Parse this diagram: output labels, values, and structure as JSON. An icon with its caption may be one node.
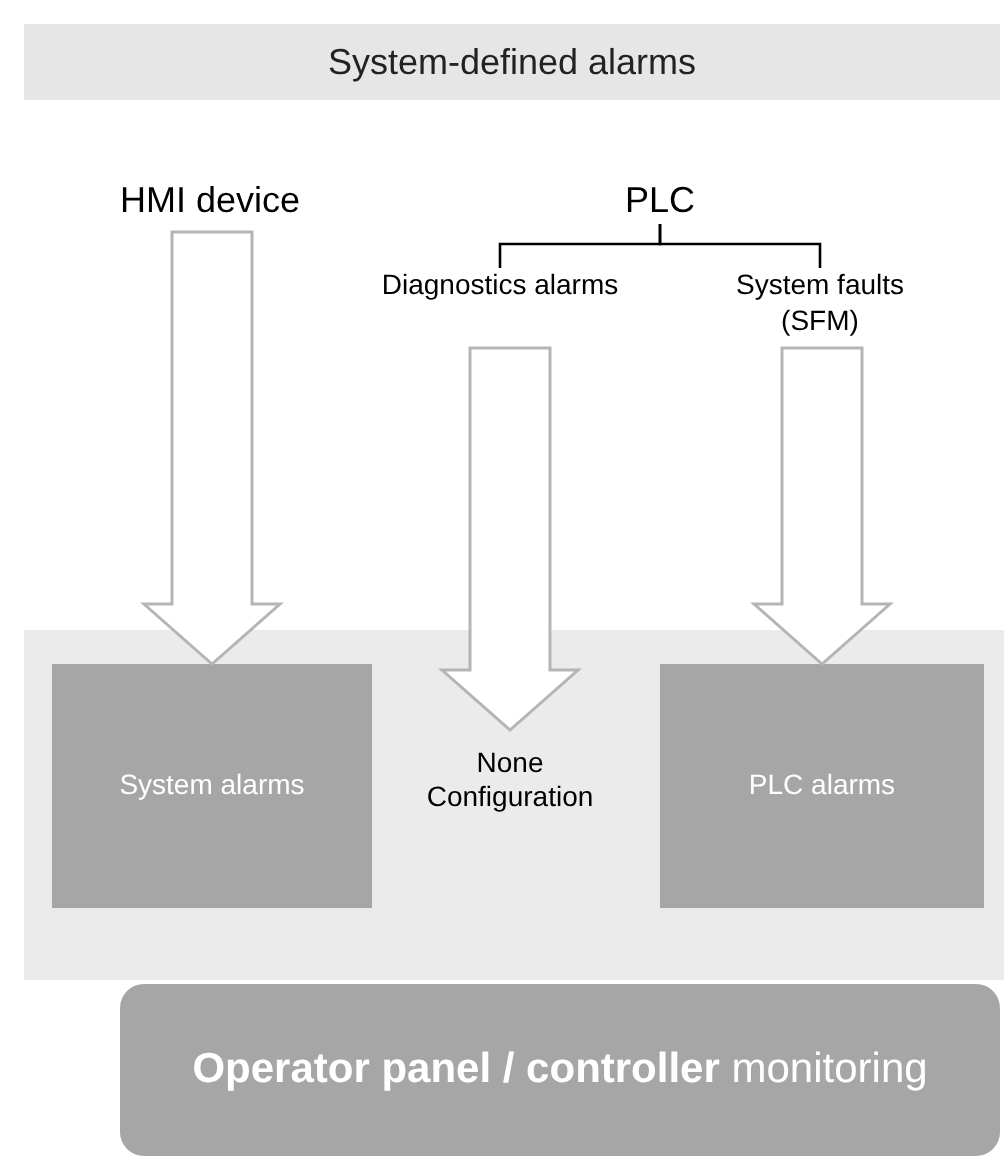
{
  "diagram": {
    "nodes": [
      {
        "text": [
          "System-defined alarms"
        ]
      },
      {
        "text": [
          "HMI device"
        ]
      },
      {
        "text": [
          "PLC"
        ]
      },
      {
        "text": [
          "Diagnostics alarms"
        ]
      },
      {
        "text": [
          "System faults (SFM)"
        ]
      },
      {
        "text": [],
        "shape": "box"
      },
      {
        "text": [
          "System alarms"
        ],
        "in": 5
      },
      {
        "text": [
          "None Configuration"
        ],
        "in": 5
      },
      {
        "text": [
          "PLC alarms"
        ],
        "in": 5
      },
      {
        "text": [
          "**Operator panel / controller** monitoring"
        ]
      }
    ],
    "edges": [
      {
        "from": 2,
        "to": 3,
        "arrow": "none"
      },
      {
        "from": 2,
        "to": 4,
        "arrow": "none"
      },
      {
        "from": 1,
        "to": 6,
        "arrow": "to",
        "style": "thick"
      },
      {
        "from": 3,
        "to": 7,
        "arrow": "to",
        "style": "thick"
      },
      {
        "from": 4,
        "to": 8,
        "arrow": "to",
        "style": "thick"
      }
    ]
  }
}
